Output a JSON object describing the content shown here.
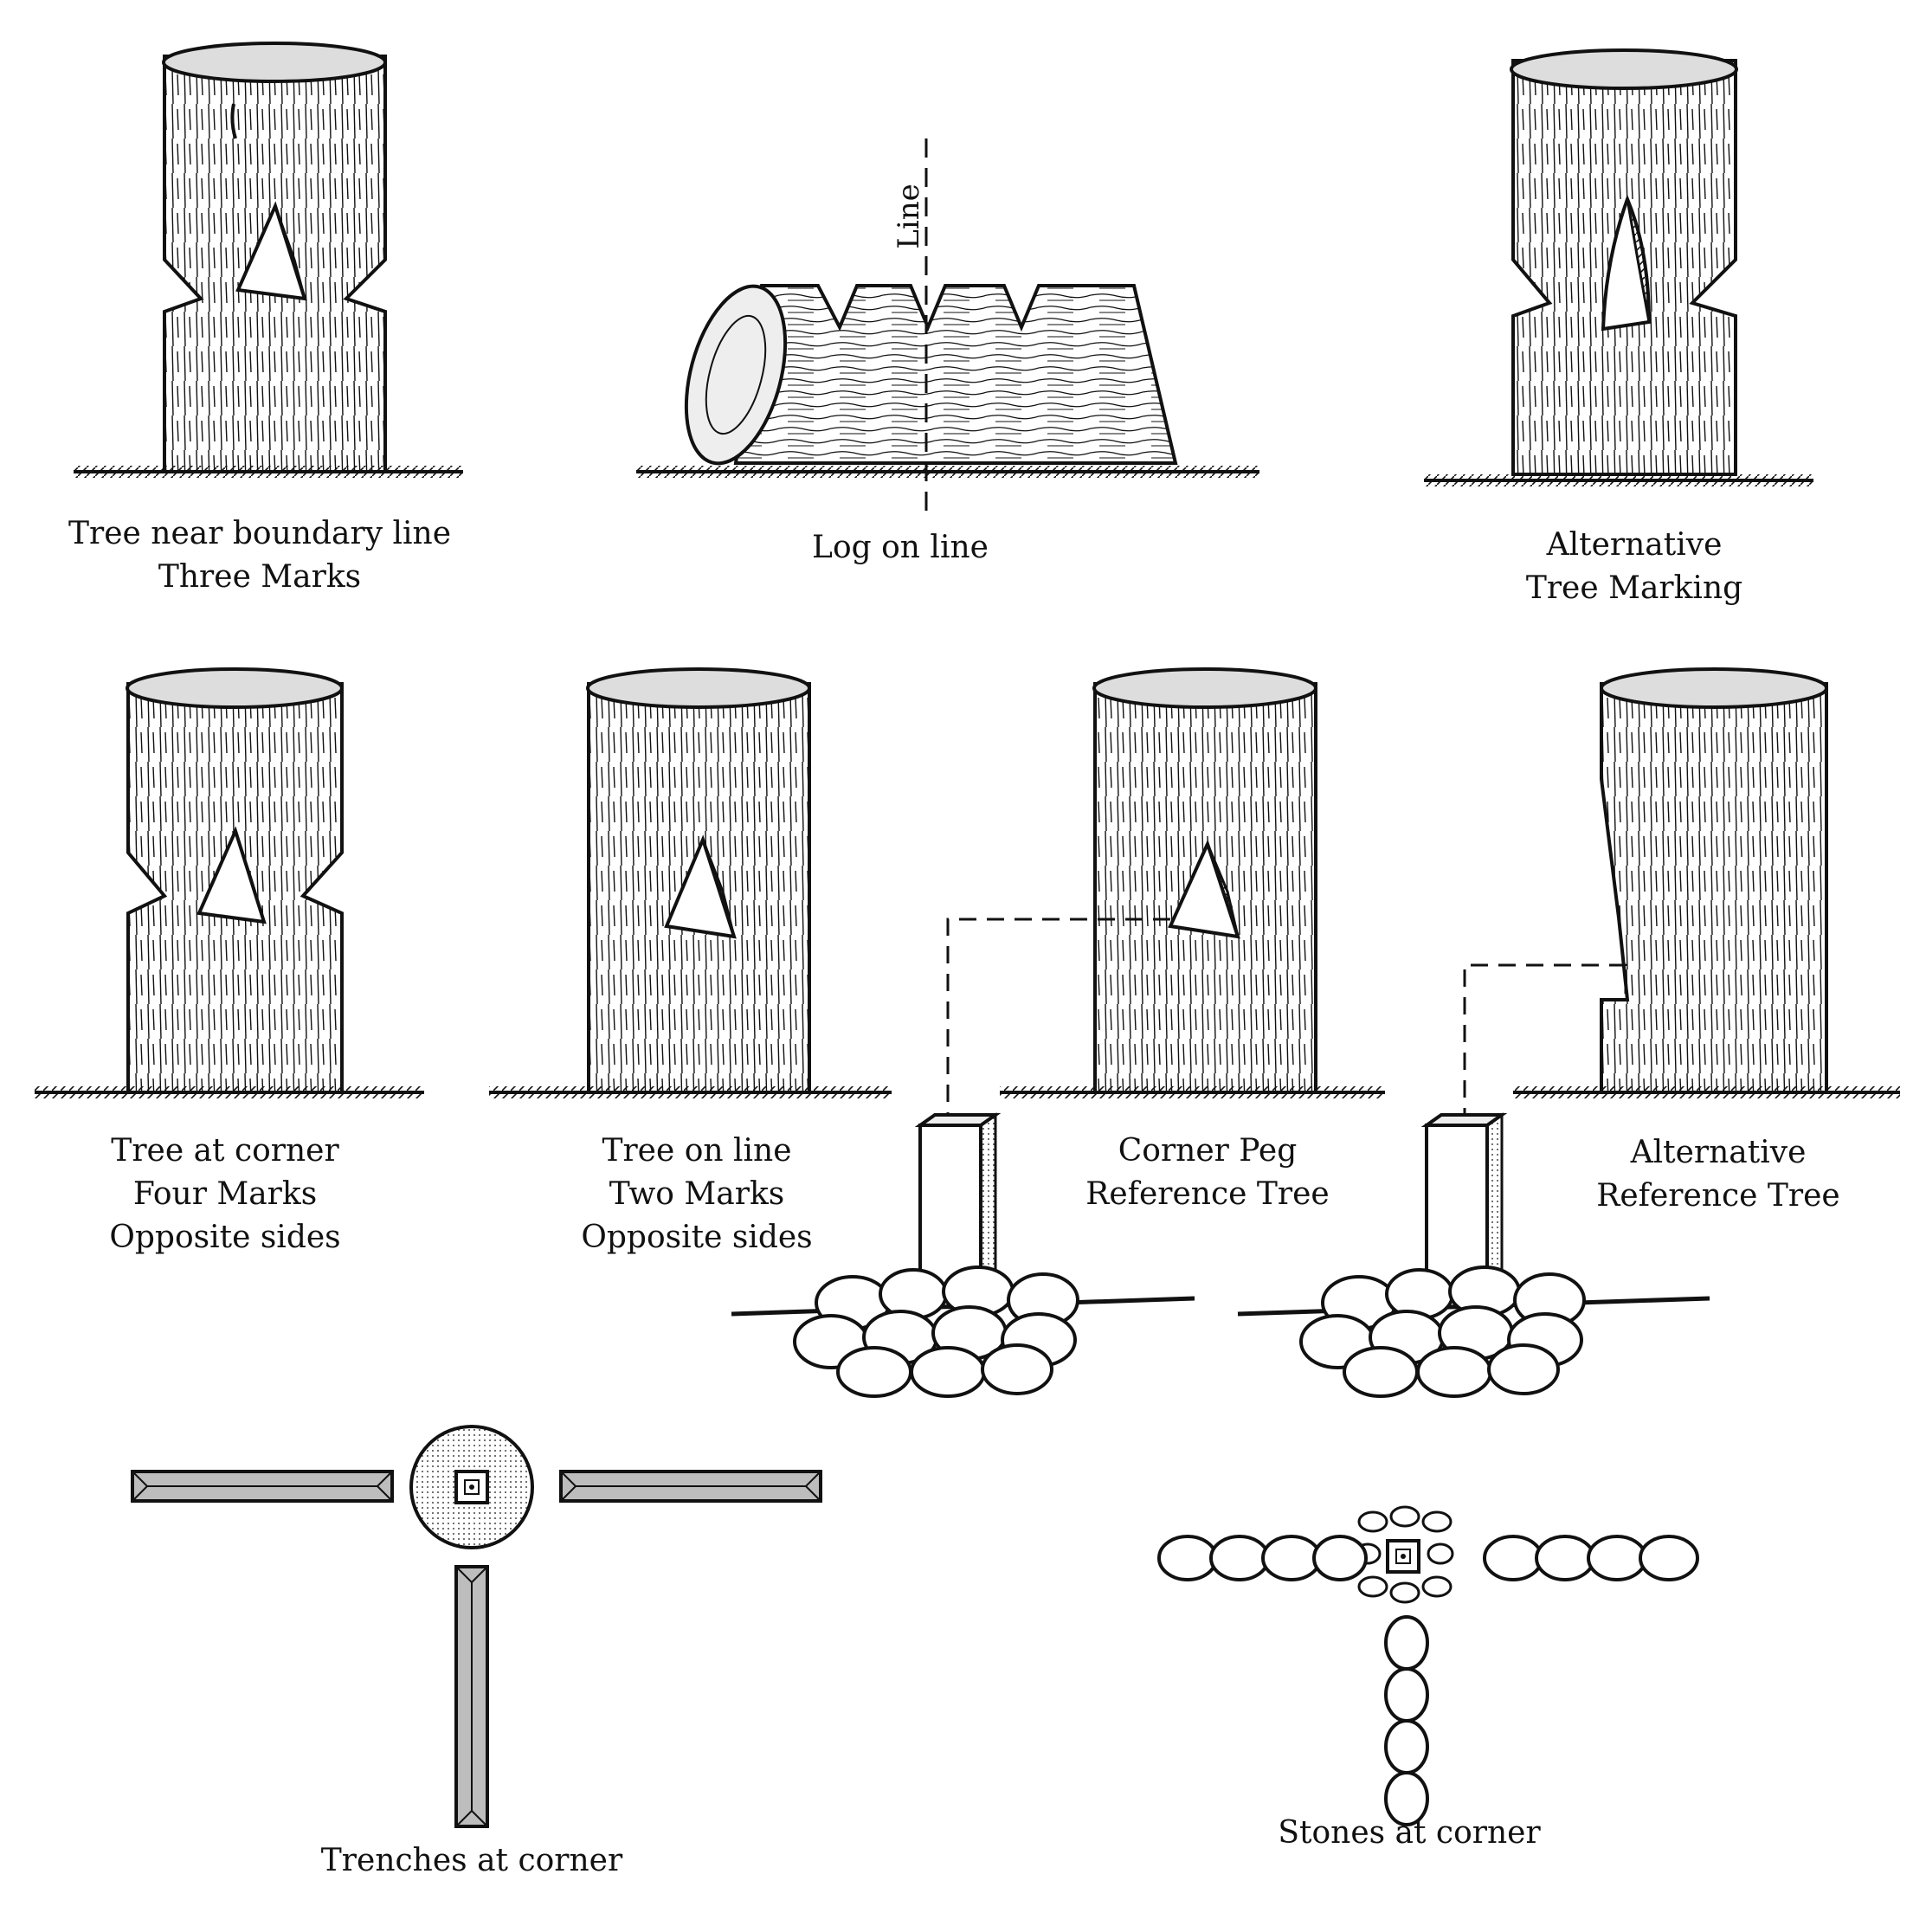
{
  "colors": {
    "ink": "#111111",
    "paper": "#ffffff",
    "shade": "#9a9a9a",
    "trench": "#bdbdbd"
  },
  "figures": {
    "tree_near_boundary": {
      "lines": [
        "Tree near boundary line",
        "Three Marks"
      ]
    },
    "log_on_line": {
      "lines": [
        "Log on line"
      ],
      "axis_label": "Line"
    },
    "alternative_tree_marking": {
      "lines": [
        "Alternative",
        "Tree Marking"
      ]
    },
    "tree_at_corner": {
      "lines": [
        "Tree at corner",
        "Four Marks",
        "Opposite sides"
      ]
    },
    "tree_on_line": {
      "lines": [
        "Tree on line",
        "Two Marks",
        "Opposite sides"
      ]
    },
    "corner_peg_reference_tree": {
      "lines": [
        "Corner Peg",
        "Reference Tree"
      ]
    },
    "alternative_reference_tree": {
      "lines": [
        "Alternative",
        "Reference Tree"
      ]
    },
    "trenches_at_corner": {
      "lines": [
        "Trenches at corner"
      ]
    },
    "stones_at_corner": {
      "lines": [
        "Stones at corner"
      ]
    }
  }
}
